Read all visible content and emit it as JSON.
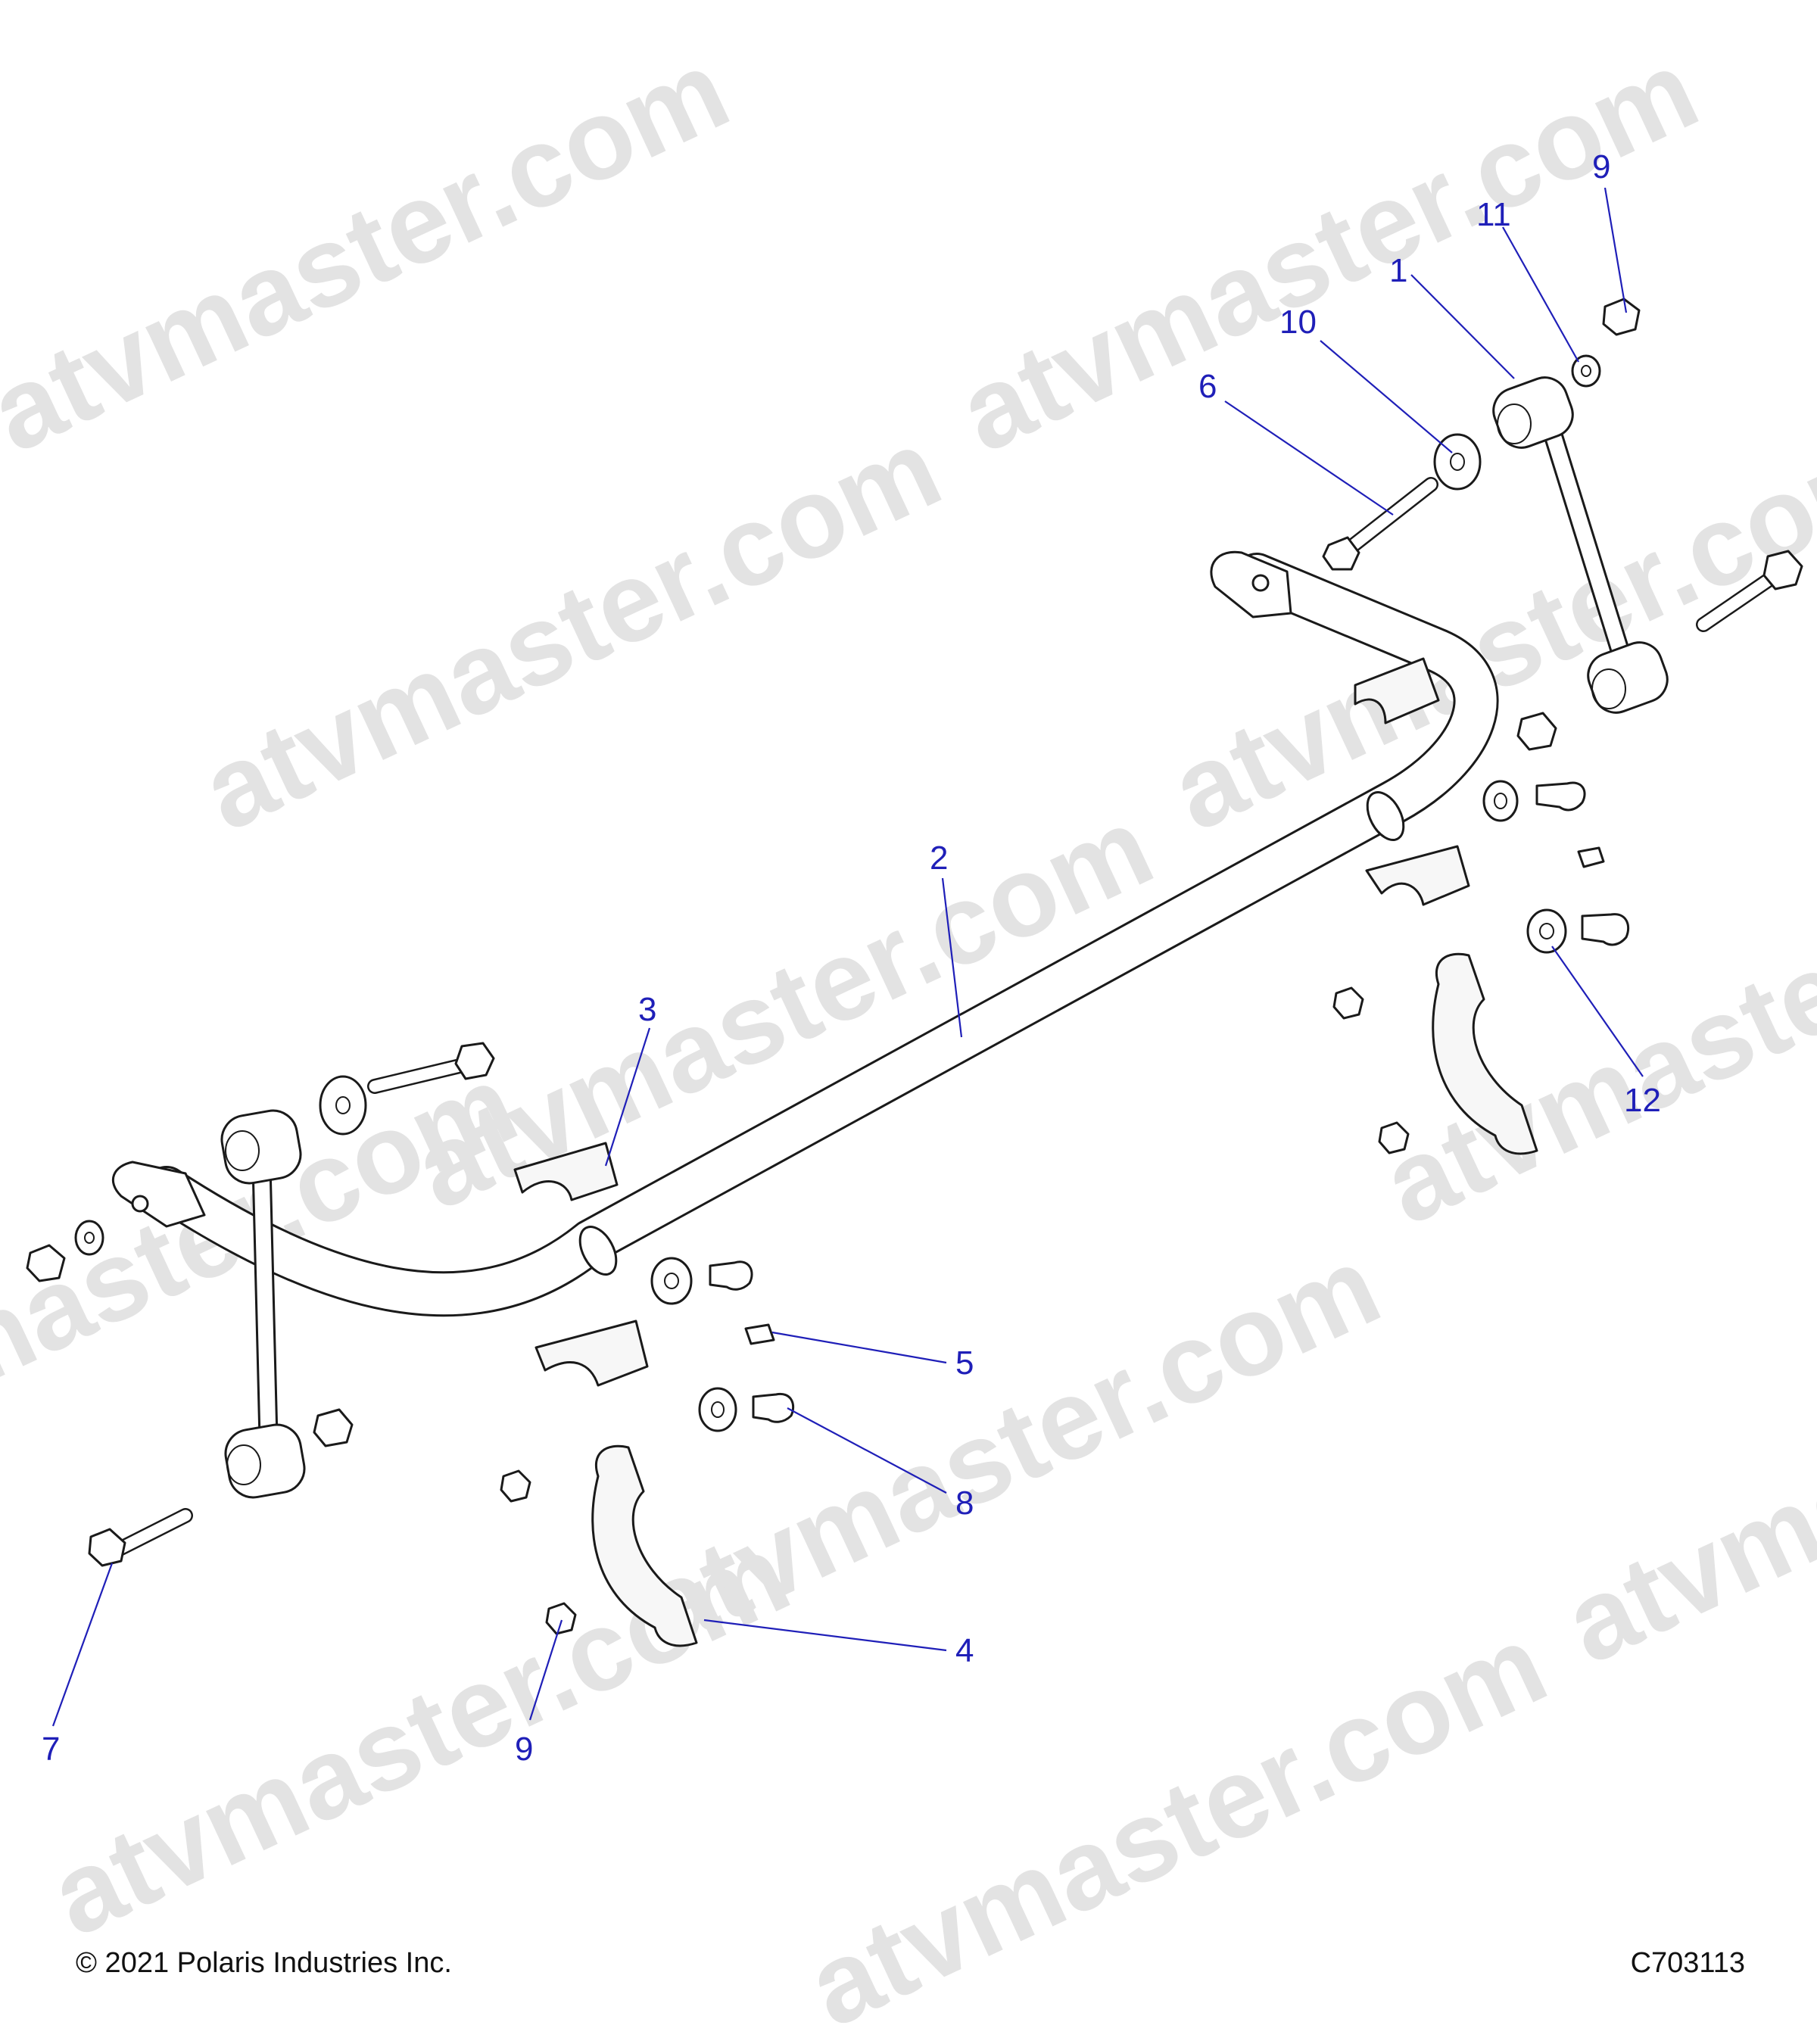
{
  "watermark": "atvmaster.com",
  "callouts": {
    "c1": "1",
    "c2": "2",
    "c3": "3",
    "c4": "4",
    "c5": "5",
    "c6": "6",
    "c7": "7",
    "c8": "8",
    "c9a": "9",
    "c9b": "9",
    "c10": "10",
    "c11": "11",
    "c12": "12"
  },
  "footer": {
    "copyright": "© 2021 Polaris Industries Inc.",
    "diagram_code": "C703113"
  },
  "colors": {
    "callout": "#1f1fb8",
    "line_art": "#1a1a1a",
    "watermark": "#e3e3e3"
  }
}
